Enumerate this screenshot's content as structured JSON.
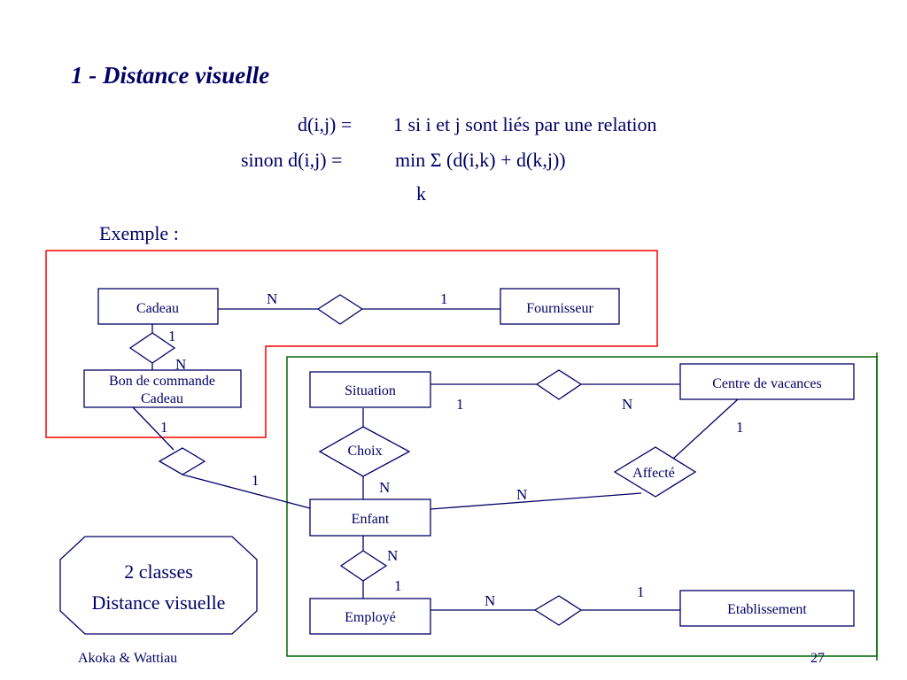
{
  "title": "1 - Distance visuelle",
  "formula": {
    "line1_left": "d(i,j) =",
    "line1_right": "1 si i et j sont liés par une relation",
    "line2_left": "sinon  d(i,j) =",
    "line2_right": "min Σ  (d(i,k) + d(k,j))",
    "line3": "k"
  },
  "example_label": "Exemple :",
  "entities": {
    "cadeau": "Cadeau",
    "fournisseur": "Fournisseur",
    "bon_line1": "Bon de commande",
    "bon_line2": "Cadeau",
    "situation": "Situation",
    "centre": "Centre de vacances",
    "enfant": "Enfant",
    "employe": "Employé",
    "etablissement": "Etablissement"
  },
  "relations": {
    "choix": "Choix",
    "affecte": "Affecté"
  },
  "cardinalities": {
    "cadeau_fourn_n": "N",
    "cadeau_fourn_1": "1",
    "cadeau_bon_1": "1",
    "cadeau_bon_n": "N",
    "bon_enfant_1a": "1",
    "bon_enfant_1b": "1",
    "sit_centre_1": "1",
    "sit_centre_n": "N",
    "affecte_centre_1": "1",
    "choix_enfant_n": "N",
    "affecte_enfant_n": "N",
    "enfant_emp_n": "N",
    "enfant_emp_1": "1",
    "emp_etab_n": "N",
    "emp_etab_1": "1"
  },
  "callout": {
    "line1": "2 classes",
    "line2": "Distance visuelle"
  },
  "footer": {
    "authors": "Akoka & Wattiau",
    "page": "27"
  },
  "colors": {
    "text": "#000066",
    "red_frame": "#ff0000",
    "green_frame": "#006600"
  }
}
